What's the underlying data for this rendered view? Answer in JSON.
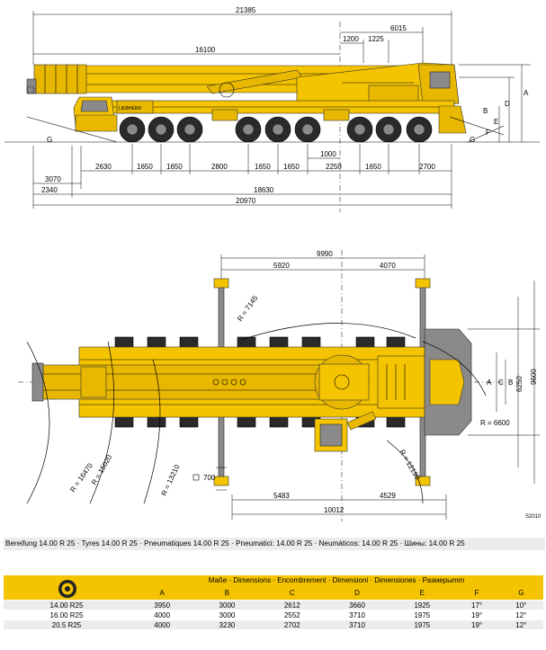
{
  "side_view": {
    "dims_top": {
      "total": "21385",
      "boom": "16100",
      "rear_overhang": "6015",
      "d1200": "1200",
      "d1225": "1225"
    },
    "axle_spacings": [
      "2630",
      "1650",
      "1650",
      "2800",
      "1650",
      "1650",
      "2250",
      "1650",
      "2700"
    ],
    "d1000": "1000",
    "d3070": "3070",
    "d2340": "2340",
    "d18630": "18630",
    "d20970": "20970",
    "letters": {
      "a": "A",
      "b": "B",
      "d": "D",
      "e": "E",
      "f": "F",
      "g": "G"
    }
  },
  "top_view": {
    "d9990": "9990",
    "d5920": "5920",
    "d4070": "4070",
    "d5483": "5483",
    "d4529": "4529",
    "d10012": "10012",
    "d6250": "6250",
    "d9600": "9600",
    "d700": "700",
    "letters": {
      "a": "A",
      "b": "B",
      "c": "C"
    },
    "radii": {
      "r7145": "R = 7145",
      "r6600": "R = 6600",
      "r12190": "R = 12190",
      "r16470": "R = 16470",
      "r15020": "R = 15020",
      "r13210": "R = 13210"
    },
    "drawing_code": "S2010"
  },
  "tyres_line": "Bereifung 14.00 R 25 · Tyres 14.00 R 25 · Pneumatiques 14.00 R 25 · Pneumatici: 14.00 R 25 · Neumáticos: 14.00 R 25 · Шины: 14.00 R 25",
  "table": {
    "header_line": "Maße · Dimensions · Encombrement · Dimensioni · Dimensiones · Размерыmm",
    "columns": [
      "A",
      "B",
      "C",
      "D",
      "E",
      "F",
      "G"
    ],
    "rows": [
      {
        "tyre": "14.00 R25",
        "values": [
          "3950",
          "3000",
          "2612",
          "3660",
          "1925",
          "17°",
          "10°"
        ]
      },
      {
        "tyre": "16.00 R25",
        "values": [
          "4000",
          "3000",
          "2552",
          "3710",
          "1975",
          "19°",
          "12°"
        ]
      },
      {
        "tyre": "20.5 R25",
        "values": [
          "4000",
          "3230",
          "2702",
          "3710",
          "1975",
          "19°",
          "12°"
        ]
      }
    ]
  }
}
